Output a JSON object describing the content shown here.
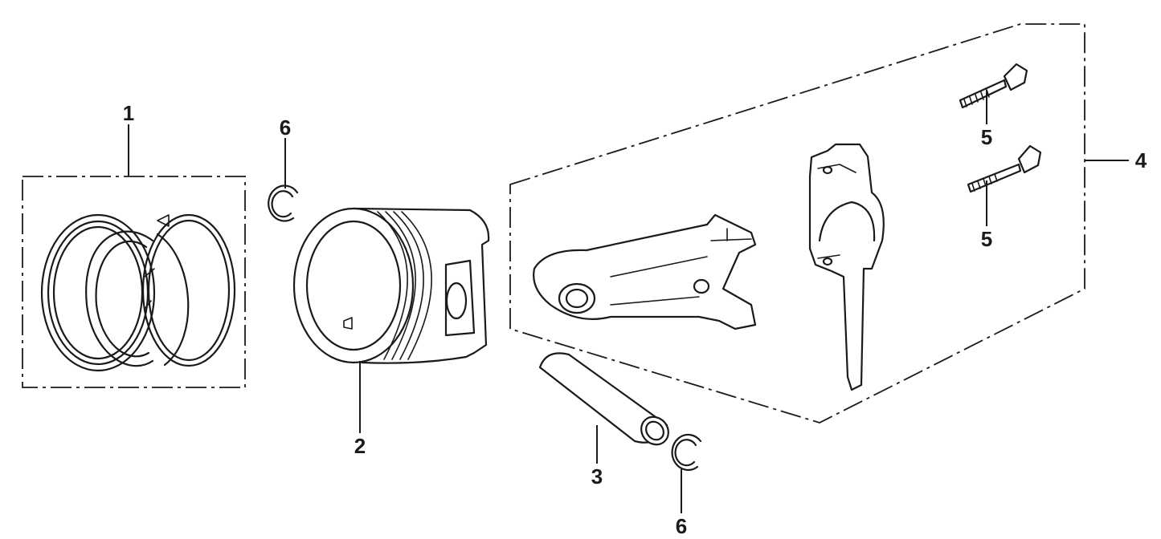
{
  "diagram": {
    "callouts": [
      {
        "id": "1",
        "text": "1"
      },
      {
        "id": "2",
        "text": "2"
      },
      {
        "id": "3",
        "text": "3"
      },
      {
        "id": "4",
        "text": "4"
      },
      {
        "id": "5a",
        "text": "5"
      },
      {
        "id": "5b",
        "text": "5"
      },
      {
        "id": "6a",
        "text": "6"
      },
      {
        "id": "6b",
        "text": "6"
      }
    ],
    "parts": [
      {
        "name": "piston-ring-set-icon"
      },
      {
        "name": "piston-icon"
      },
      {
        "name": "piston-pin-icon"
      },
      {
        "name": "connecting-rod-assembly-icon"
      },
      {
        "name": "rod-bolt-icon"
      },
      {
        "name": "pin-clip-icon"
      }
    ]
  }
}
